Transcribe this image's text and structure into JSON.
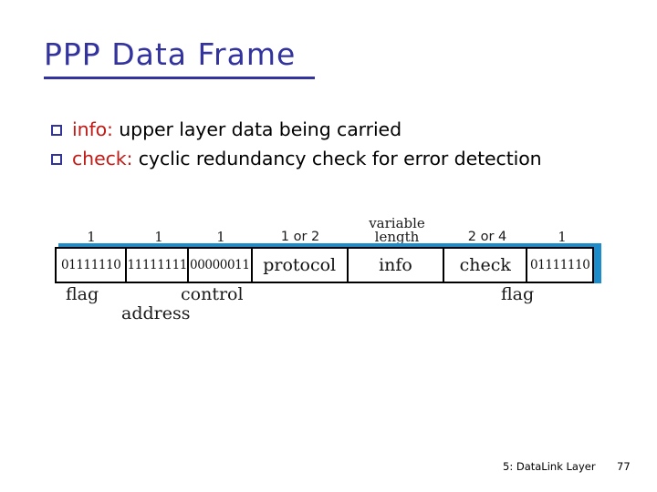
{
  "slide": {
    "title": "PPP Data Frame",
    "title_color": "#3333a0",
    "accent_color": "#1c8ccb",
    "keyword_color": "#c11b17",
    "bullet_color": "#32329b"
  },
  "bullets": [
    {
      "keyword": "info:",
      "text": " upper layer data being carried"
    },
    {
      "keyword": "check:",
      "text": "  cyclic redundancy check for error detection"
    }
  ],
  "frame_diagram": {
    "size_labels": [
      {
        "line1": "1",
        "line2": "",
        "style": "serif"
      },
      {
        "line1": "1",
        "line2": "",
        "style": "serif"
      },
      {
        "line1": "1",
        "line2": "",
        "style": "serif"
      },
      {
        "line1": "1 or 2",
        "line2": "",
        "style": "sans"
      },
      {
        "line1": "variable",
        "line2": "length",
        "style": "serif"
      },
      {
        "line1": "2 or 4",
        "line2": "",
        "style": "sans"
      },
      {
        "line1": "1",
        "line2": "",
        "style": "serif"
      }
    ],
    "fields": [
      {
        "value": "01111110",
        "kind": "bits"
      },
      {
        "value": "11111111",
        "kind": "bits"
      },
      {
        "value": "00000011",
        "kind": "bits"
      },
      {
        "value": "protocol",
        "kind": "word"
      },
      {
        "value": "info",
        "kind": "word"
      },
      {
        "value": "check",
        "kind": "word"
      },
      {
        "value": "01111110",
        "kind": "bits"
      }
    ],
    "bottom_labels": [
      {
        "text": "flag"
      },
      {
        "text": "address"
      },
      {
        "text": "control"
      },
      {
        "text": "flag"
      }
    ]
  },
  "footer": {
    "section": "5: DataLink Layer",
    "page_number": "77"
  }
}
